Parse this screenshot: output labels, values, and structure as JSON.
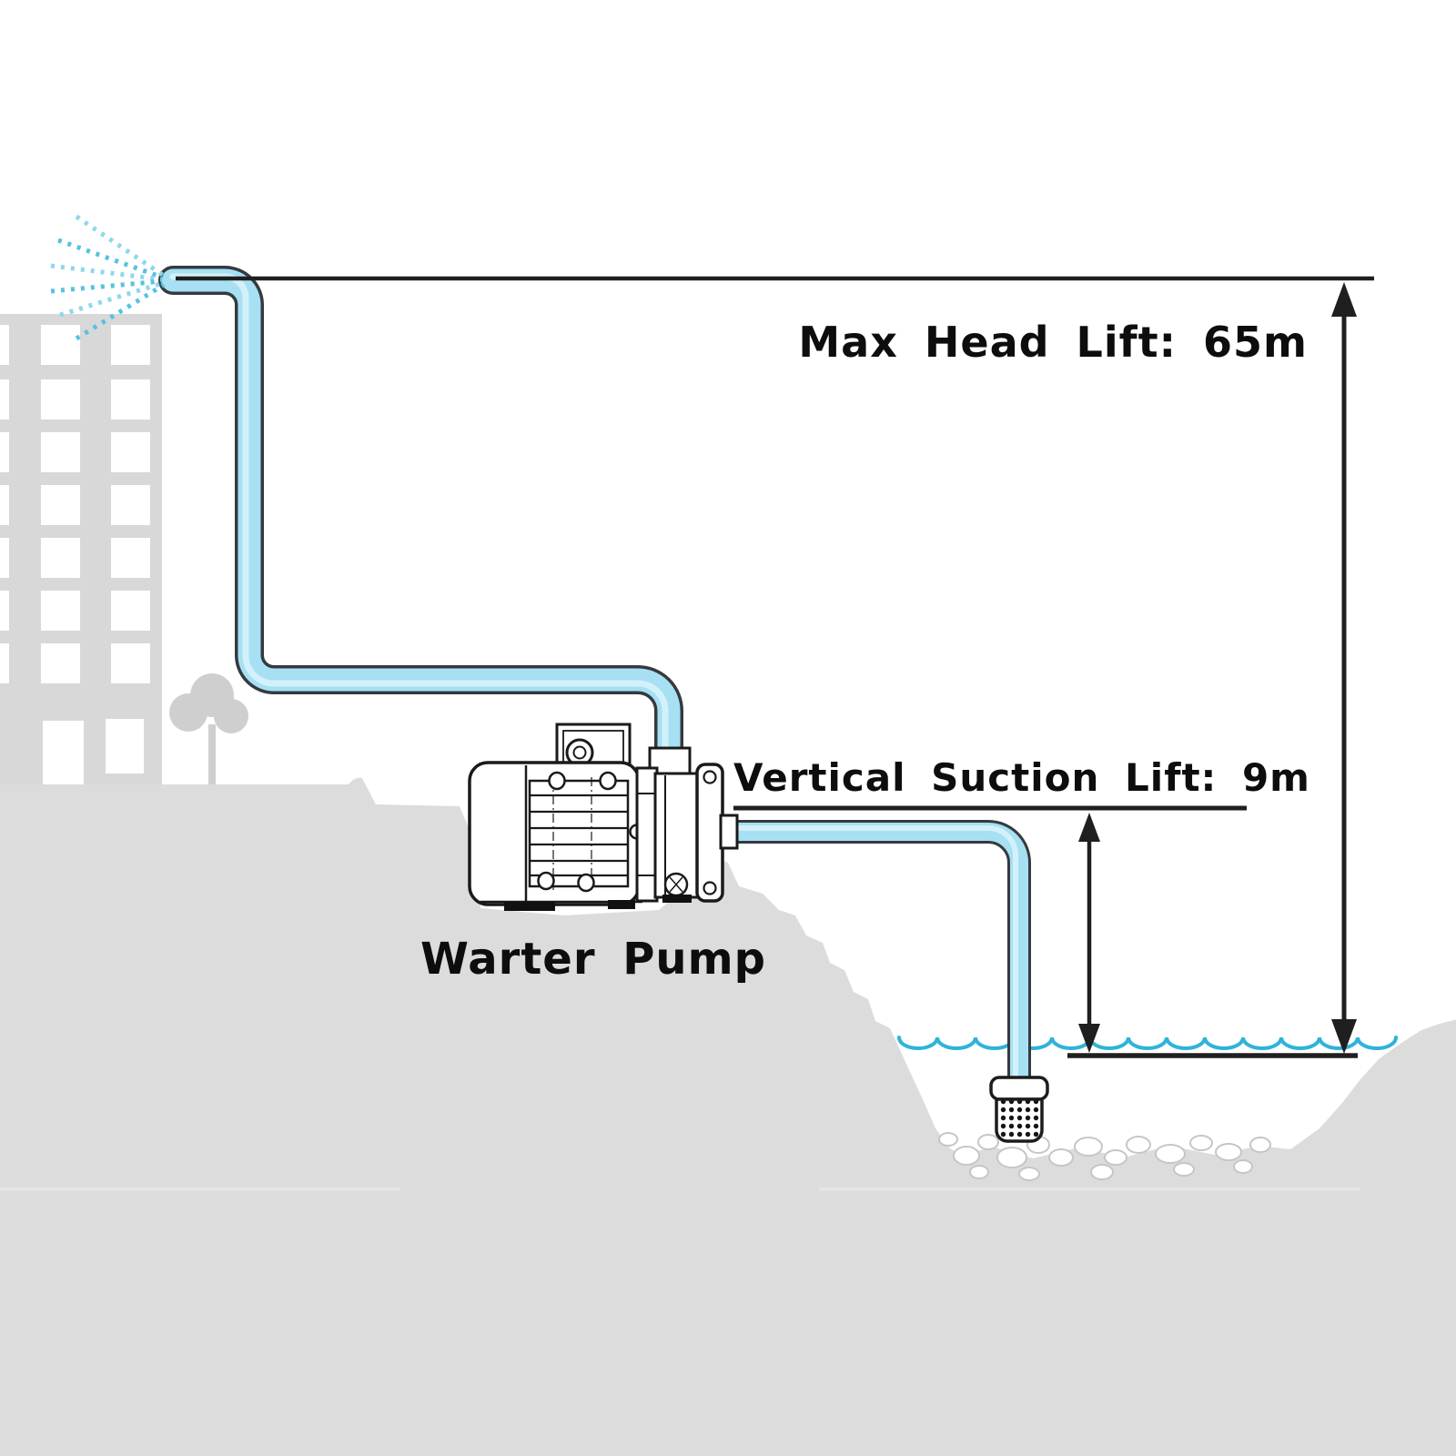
{
  "diagram": {
    "labels": {
      "max_head_lift": "Max Head Lift: 65m",
      "vertical_suction_lift": "Vertical Suction Lift: 9m",
      "pump_caption": "Warter Pump"
    },
    "values": {
      "max_head_lift_m": "65m",
      "vertical_suction_lift_m": "9m"
    },
    "colors": {
      "pipe_fill": "#a7e0f3",
      "pipe_highlight": "#dbf3fb",
      "pipe_outline": "#343a3f",
      "wave_cyan": "#2fb3d9",
      "spray_cyan": "#57c2e0",
      "spray_cyan_light": "#8ed8ec",
      "terrain_gray": "#dcdcdc",
      "building_gray": "#d8d8d8",
      "tree_gray": "#cfcfcf",
      "dimension_line": "#1f1f1f",
      "text": "#0d0d0d",
      "pump_line": "#1a1a1a"
    }
  }
}
